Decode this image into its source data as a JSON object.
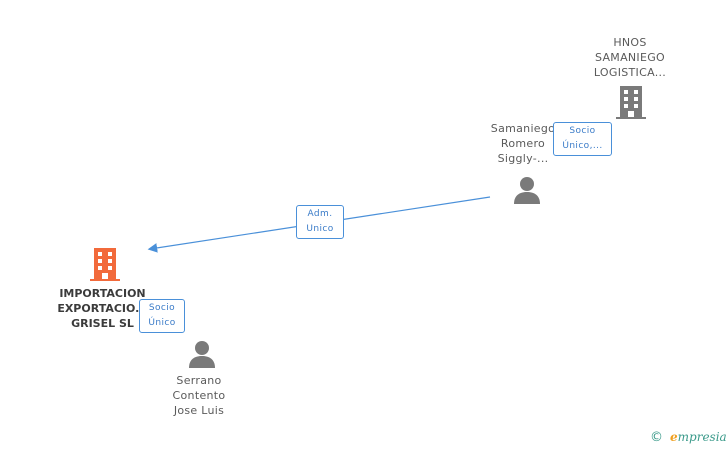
{
  "nodes": {
    "hnos": {
      "lines": [
        "HNOS",
        "SAMANIEGO",
        "LOGISTICA..."
      ],
      "type": "company"
    },
    "samaniego": {
      "lines": [
        "Samaniego",
        "Romero",
        "Siggly-..."
      ],
      "type": "person"
    },
    "importacion": {
      "lines": [
        "IMPORTACION",
        "EXPORTACIO...",
        "GRISEL SL"
      ],
      "type": "company",
      "highlight_color": "#f26a3b"
    },
    "serrano": {
      "lines": [
        "Serrano",
        "Contento",
        "Jose Luis"
      ],
      "type": "person"
    }
  },
  "edges": {
    "adm_unico": {
      "lines": [
        "Adm.",
        "Unico"
      ]
    },
    "socio_unico_top": {
      "lines": [
        "Socio",
        "Único,..."
      ]
    },
    "socio_unico_bottom": {
      "lines": [
        "Socio",
        "Único"
      ]
    }
  },
  "footer": {
    "copyright_symbol": "©",
    "brand_first": "e",
    "brand_rest": "mpresia"
  },
  "colors": {
    "company_icon": "#7a7a7a",
    "company_highlight": "#f26a3b",
    "person_icon": "#7a7a7a",
    "edge": "#4a90d9"
  }
}
